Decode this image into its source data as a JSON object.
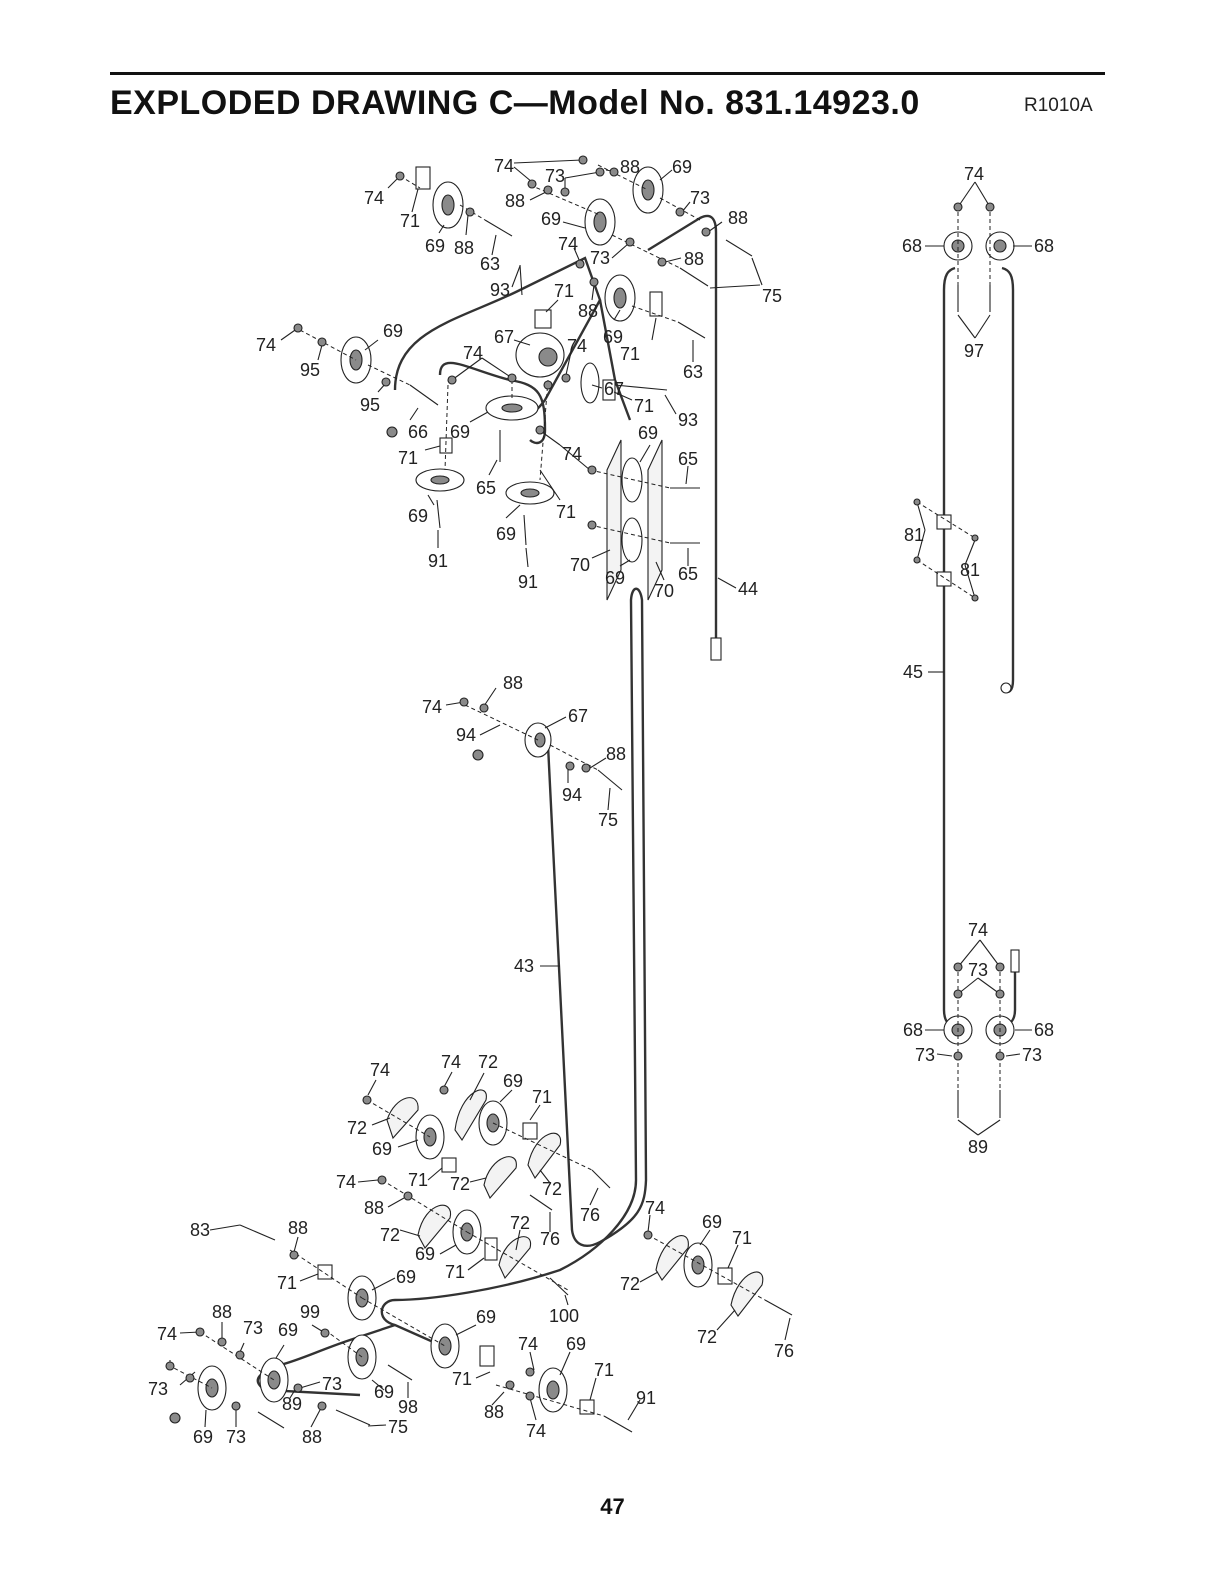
{
  "header": {
    "title": "EXPLODED DRAWING C—Model No. 831.14923.0",
    "code": "R1010A"
  },
  "footer": {
    "page_number": "47"
  },
  "callouts": [
    {
      "id": "c1",
      "text": "74"
    },
    {
      "id": "c2",
      "text": "71"
    },
    {
      "id": "c3",
      "text": "69"
    },
    {
      "id": "c4",
      "text": "88"
    },
    {
      "id": "c5",
      "text": "63"
    },
    {
      "id": "c6",
      "text": "74"
    },
    {
      "id": "c7",
      "text": "73"
    },
    {
      "id": "c8",
      "text": "88"
    },
    {
      "id": "c9",
      "text": "69"
    },
    {
      "id": "c10",
      "text": "88"
    },
    {
      "id": "c11",
      "text": "69"
    },
    {
      "id": "c12",
      "text": "73"
    },
    {
      "id": "c13",
      "text": "88"
    },
    {
      "id": "c14",
      "text": "74"
    },
    {
      "id": "c15",
      "text": "73"
    },
    {
      "id": "c16",
      "text": "88"
    },
    {
      "id": "c17",
      "text": "75"
    },
    {
      "id": "c18",
      "text": "93"
    },
    {
      "id": "c19",
      "text": "71"
    },
    {
      "id": "c20",
      "text": "88"
    },
    {
      "id": "c21",
      "text": "69"
    },
    {
      "id": "c22",
      "text": "71"
    },
    {
      "id": "c23",
      "text": "63"
    },
    {
      "id": "c24",
      "text": "74"
    },
    {
      "id": "c25",
      "text": "69"
    },
    {
      "id": "c26",
      "text": "95"
    },
    {
      "id": "c27",
      "text": "67"
    },
    {
      "id": "c28",
      "text": "74"
    },
    {
      "id": "c29",
      "text": "74"
    },
    {
      "id": "c30",
      "text": "67"
    },
    {
      "id": "c31",
      "text": "71"
    },
    {
      "id": "c32",
      "text": "93"
    },
    {
      "id": "c33",
      "text": "95"
    },
    {
      "id": "c34",
      "text": "66"
    },
    {
      "id": "c35",
      "text": "69"
    },
    {
      "id": "c36",
      "text": "71"
    },
    {
      "id": "c37",
      "text": "74"
    },
    {
      "id": "c38",
      "text": "69"
    },
    {
      "id": "c39",
      "text": "65"
    },
    {
      "id": "c40",
      "text": "65"
    },
    {
      "id": "c41",
      "text": "69"
    },
    {
      "id": "c42",
      "text": "71"
    },
    {
      "id": "c43",
      "text": "69"
    },
    {
      "id": "c44",
      "text": "91"
    },
    {
      "id": "c45",
      "text": "91"
    },
    {
      "id": "c46",
      "text": "70"
    },
    {
      "id": "c47",
      "text": "69"
    },
    {
      "id": "c48",
      "text": "65"
    },
    {
      "id": "c49",
      "text": "70"
    },
    {
      "id": "c50",
      "text": "44"
    },
    {
      "id": "c51",
      "text": "88"
    },
    {
      "id": "c52",
      "text": "74"
    },
    {
      "id": "c53",
      "text": "67"
    },
    {
      "id": "c54",
      "text": "94"
    },
    {
      "id": "c55",
      "text": "88"
    },
    {
      "id": "c56",
      "text": "94"
    },
    {
      "id": "c57",
      "text": "75"
    },
    {
      "id": "c58",
      "text": "43"
    },
    {
      "id": "c59",
      "text": "74"
    },
    {
      "id": "c60",
      "text": "74"
    },
    {
      "id": "c61",
      "text": "72"
    },
    {
      "id": "c62",
      "text": "69"
    },
    {
      "id": "c63",
      "text": "71"
    },
    {
      "id": "c64",
      "text": "72"
    },
    {
      "id": "c65",
      "text": "69"
    },
    {
      "id": "c66",
      "text": "74"
    },
    {
      "id": "c67",
      "text": "71"
    },
    {
      "id": "c68",
      "text": "72"
    },
    {
      "id": "c69",
      "text": "72"
    },
    {
      "id": "c70",
      "text": "88"
    },
    {
      "id": "c71",
      "text": "76"
    },
    {
      "id": "c72",
      "text": "83"
    },
    {
      "id": "c73",
      "text": "88"
    },
    {
      "id": "c74",
      "text": "72"
    },
    {
      "id": "c75",
      "text": "72"
    },
    {
      "id": "c76",
      "text": "76"
    },
    {
      "id": "c77",
      "text": "69"
    },
    {
      "id": "c78",
      "text": "71"
    },
    {
      "id": "c79",
      "text": "71"
    },
    {
      "id": "c80",
      "text": "69"
    },
    {
      "id": "c81",
      "text": "74"
    },
    {
      "id": "c82",
      "text": "69"
    },
    {
      "id": "c83",
      "text": "71"
    },
    {
      "id": "c84",
      "text": "72"
    },
    {
      "id": "c85",
      "text": "100"
    },
    {
      "id": "c86",
      "text": "72"
    },
    {
      "id": "c87",
      "text": "76"
    },
    {
      "id": "c88",
      "text": "88"
    },
    {
      "id": "c89",
      "text": "74"
    },
    {
      "id": "c90",
      "text": "73"
    },
    {
      "id": "c91",
      "text": "69"
    },
    {
      "id": "c92",
      "text": "99"
    },
    {
      "id": "c93",
      "text": "69"
    },
    {
      "id": "c94",
      "text": "74"
    },
    {
      "id": "c95",
      "text": "69"
    },
    {
      "id": "c96",
      "text": "73"
    },
    {
      "id": "c97",
      "text": "73"
    },
    {
      "id": "c98",
      "text": "71"
    },
    {
      "id": "c99",
      "text": "71"
    },
    {
      "id": "c100",
      "text": "69"
    },
    {
      "id": "c101",
      "text": "89"
    },
    {
      "id": "c102",
      "text": "98"
    },
    {
      "id": "c103",
      "text": "88"
    },
    {
      "id": "c104",
      "text": "91"
    },
    {
      "id": "c105",
      "text": "75"
    },
    {
      "id": "c106",
      "text": "69"
    },
    {
      "id": "c107",
      "text": "73"
    },
    {
      "id": "c108",
      "text": "88"
    },
    {
      "id": "c109",
      "text": "74"
    },
    {
      "id": "c110",
      "text": "74"
    },
    {
      "id": "c111",
      "text": "68"
    },
    {
      "id": "c112",
      "text": "68"
    },
    {
      "id": "c113",
      "text": "97"
    },
    {
      "id": "c114",
      "text": "81"
    },
    {
      "id": "c115",
      "text": "81"
    },
    {
      "id": "c116",
      "text": "45"
    },
    {
      "id": "c117",
      "text": "74"
    },
    {
      "id": "c118",
      "text": "73"
    },
    {
      "id": "c119",
      "text": "68"
    },
    {
      "id": "c120",
      "text": "68"
    },
    {
      "id": "c121",
      "text": "73"
    },
    {
      "id": "c122",
      "text": "73"
    },
    {
      "id": "c123",
      "text": "89"
    }
  ]
}
